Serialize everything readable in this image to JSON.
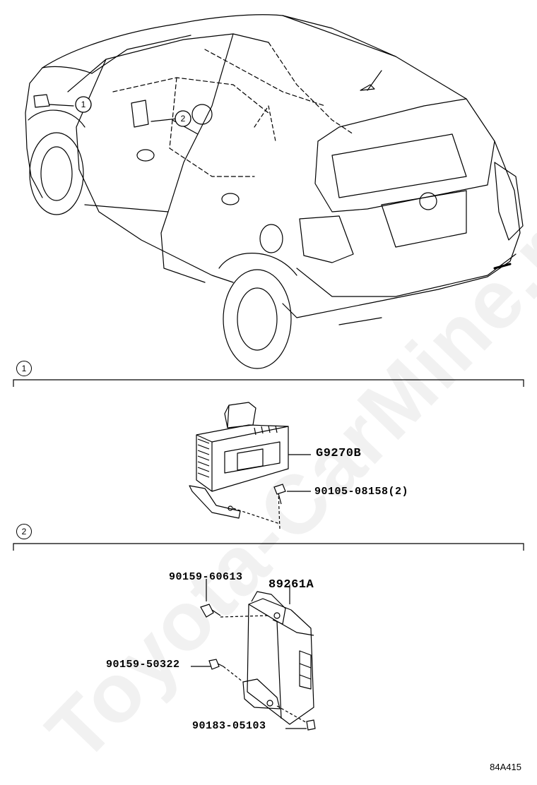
{
  "watermark": "Toyota-CarMine.ru",
  "diagram_code": "84A415",
  "overview": {
    "callouts": [
      {
        "num": "1"
      },
      {
        "num": "2"
      }
    ]
  },
  "sections": [
    {
      "num": "1",
      "parts": [
        {
          "number": "G9270B"
        },
        {
          "number": "90105-08158(2)"
        }
      ]
    },
    {
      "num": "2",
      "parts": [
        {
          "number": "90159-60613"
        },
        {
          "number": "89261A"
        },
        {
          "number": "90159-50322"
        },
        {
          "number": "90183-05103"
        }
      ]
    }
  ],
  "icons": [
    "vehicle-illustration",
    "control-module-drawing",
    "bolt-icon",
    "ecu-drawing",
    "screw-icon",
    "nut-icon"
  ]
}
